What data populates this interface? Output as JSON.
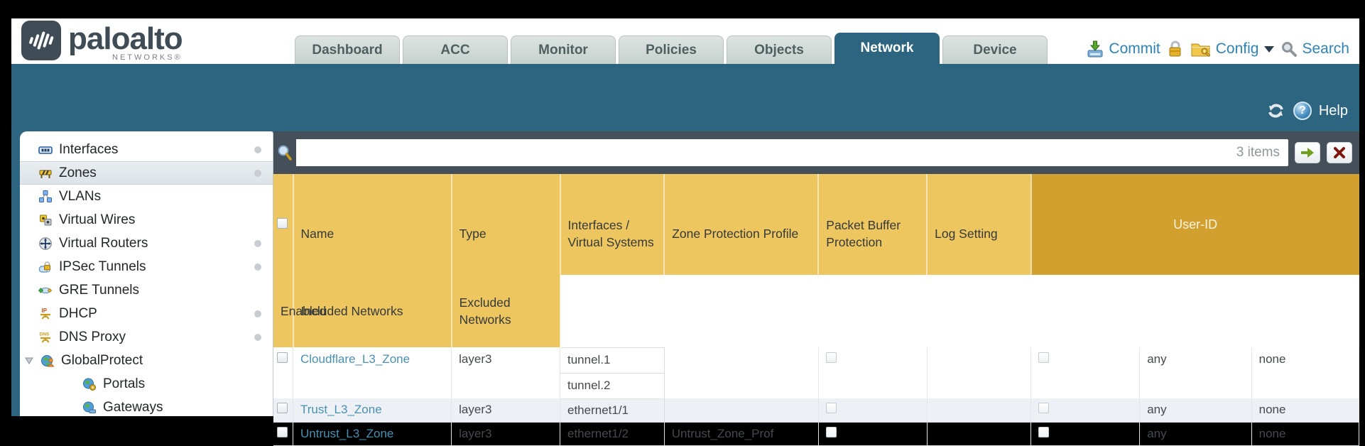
{
  "brand": {
    "name": "paloalto",
    "subtitle": "NETWORKS®"
  },
  "nav_tabs": {
    "active": "Network",
    "items": [
      {
        "label": "Dashboard"
      },
      {
        "label": "ACC"
      },
      {
        "label": "Monitor"
      },
      {
        "label": "Policies"
      },
      {
        "label": "Objects"
      },
      {
        "label": "Network"
      },
      {
        "label": "Device"
      }
    ]
  },
  "utility": {
    "commit_label": "Commit",
    "config_label": "Config",
    "search_label": "Search",
    "icons": [
      "commit-icon",
      "lock-icon",
      "config-icon",
      "caret-down-icon",
      "search-icon"
    ]
  },
  "toolbar": {
    "help_label": "Help",
    "icons": [
      "refresh-icon",
      "help-icon"
    ]
  },
  "filter": {
    "value": "",
    "count_label": "3 items",
    "icons": [
      "search-icon",
      "apply-filter-icon",
      "clear-filter-icon"
    ]
  },
  "sidebar": {
    "items": [
      {
        "label": "Interfaces",
        "icon": "interfaces-icon",
        "has_dot": true,
        "selected": false
      },
      {
        "label": "Zones",
        "icon": "zones-icon",
        "has_dot": true,
        "selected": true
      },
      {
        "label": "VLANs",
        "icon": "vlans-icon",
        "has_dot": false,
        "selected": false
      },
      {
        "label": "Virtual Wires",
        "icon": "virtual-wires-icon",
        "has_dot": false,
        "selected": false
      },
      {
        "label": "Virtual Routers",
        "icon": "virtual-routers-icon",
        "has_dot": true,
        "selected": false
      },
      {
        "label": "IPSec Tunnels",
        "icon": "ipsec-tunnels-icon",
        "has_dot": true,
        "selected": false
      },
      {
        "label": "GRE Tunnels",
        "icon": "gre-tunnels-icon",
        "has_dot": false,
        "selected": false
      },
      {
        "label": "DHCP",
        "icon": "dhcp-icon",
        "has_dot": true,
        "selected": false
      },
      {
        "label": "DNS Proxy",
        "icon": "dns-proxy-icon",
        "has_dot": true,
        "selected": false
      },
      {
        "label": "GlobalProtect",
        "icon": "globalprotect-icon",
        "has_dot": false,
        "selected": false,
        "expanded": true
      },
      {
        "label": "Portals",
        "icon": "portals-icon",
        "has_dot": false,
        "selected": false,
        "child": true
      },
      {
        "label": "Gateways",
        "icon": "gateways-icon",
        "has_dot": false,
        "selected": false,
        "child": true
      }
    ]
  },
  "table": {
    "group_header": "User-ID",
    "columns": [
      "",
      "Name",
      "Type",
      "Interfaces / Virtual Systems",
      "Zone Protection Profile",
      "Packet Buffer Protection",
      "Log Setting",
      "Enabled",
      "Included Networks",
      "Excluded Networks"
    ],
    "rows": [
      {
        "name": "Cloudflare_L3_Zone",
        "type": "layer3",
        "interfaces": [
          "tunnel.1",
          "tunnel.2"
        ],
        "zone_protection_profile": "",
        "packet_buffer_protection_checked": false,
        "log_setting": "",
        "user_id_enabled_checked": false,
        "included_networks": "any",
        "excluded_networks": "none"
      },
      {
        "name": "Trust_L3_Zone",
        "type": "layer3",
        "interfaces": [
          "ethernet1/1"
        ],
        "zone_protection_profile": "",
        "packet_buffer_protection_checked": false,
        "log_setting": "",
        "user_id_enabled_checked": false,
        "included_networks": "any",
        "excluded_networks": "none"
      },
      {
        "name": "Untrust_L3_Zone",
        "type": "layer3",
        "interfaces": [
          "ethernet1/2"
        ],
        "zone_protection_profile": "Untrust_Zone_Prof",
        "packet_buffer_protection_checked": false,
        "log_setting": "",
        "user_id_enabled_checked": false,
        "included_networks": "any",
        "excluded_networks": "none"
      }
    ]
  },
  "colors": {
    "teal_band": "#2d6480",
    "header_amber": "#edc65f",
    "user_id_band": "#d2a02f",
    "filter_band": "#454f59",
    "link_blue": "#4a90b0",
    "tab_inactive": "#ccd6d2"
  }
}
